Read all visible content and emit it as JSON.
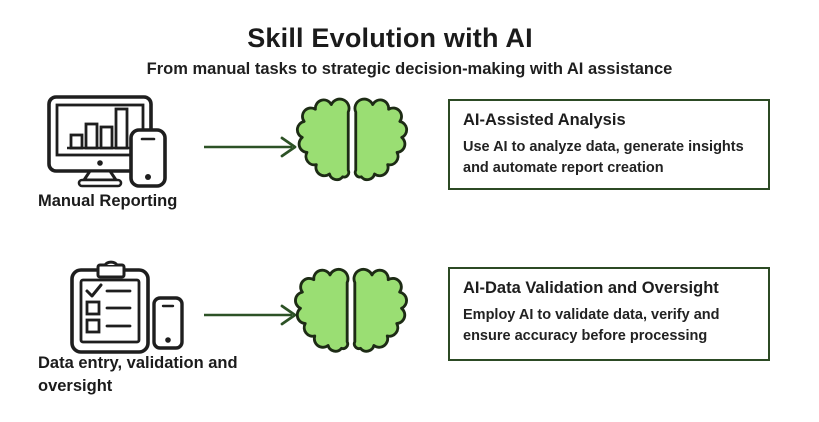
{
  "header": {
    "title": "Skill Evolution with AI",
    "subtitle": "From manual tasks to strategic decision-making with AI assistance"
  },
  "colors": {
    "brain_fill": "#9ade73",
    "brain_outline": "#1d2b15",
    "arrow_green": "#2d5226",
    "card_border": "#2c4a24",
    "text": "#1d1d1d",
    "background": "#ffffff"
  },
  "rows": [
    {
      "icon": "monitor-bar-chart-phone-icon",
      "label": "Manual Reporting",
      "transition_icon": "right-arrow-icon",
      "result_icon": "brain-icon",
      "card": {
        "title": "AI-Assisted Analysis",
        "body": "Use AI to analyze data, generate insights and automate report creation"
      }
    },
    {
      "icon": "clipboard-checklist-phone-icon",
      "label": "Data entry, validation and oversight",
      "transition_icon": "right-arrow-icon",
      "result_icon": "brain-icon",
      "card": {
        "title": "AI-Data Validation and Oversight",
        "body": "Employ AI to validate data, verify and ensure accuracy before processing"
      }
    }
  ]
}
